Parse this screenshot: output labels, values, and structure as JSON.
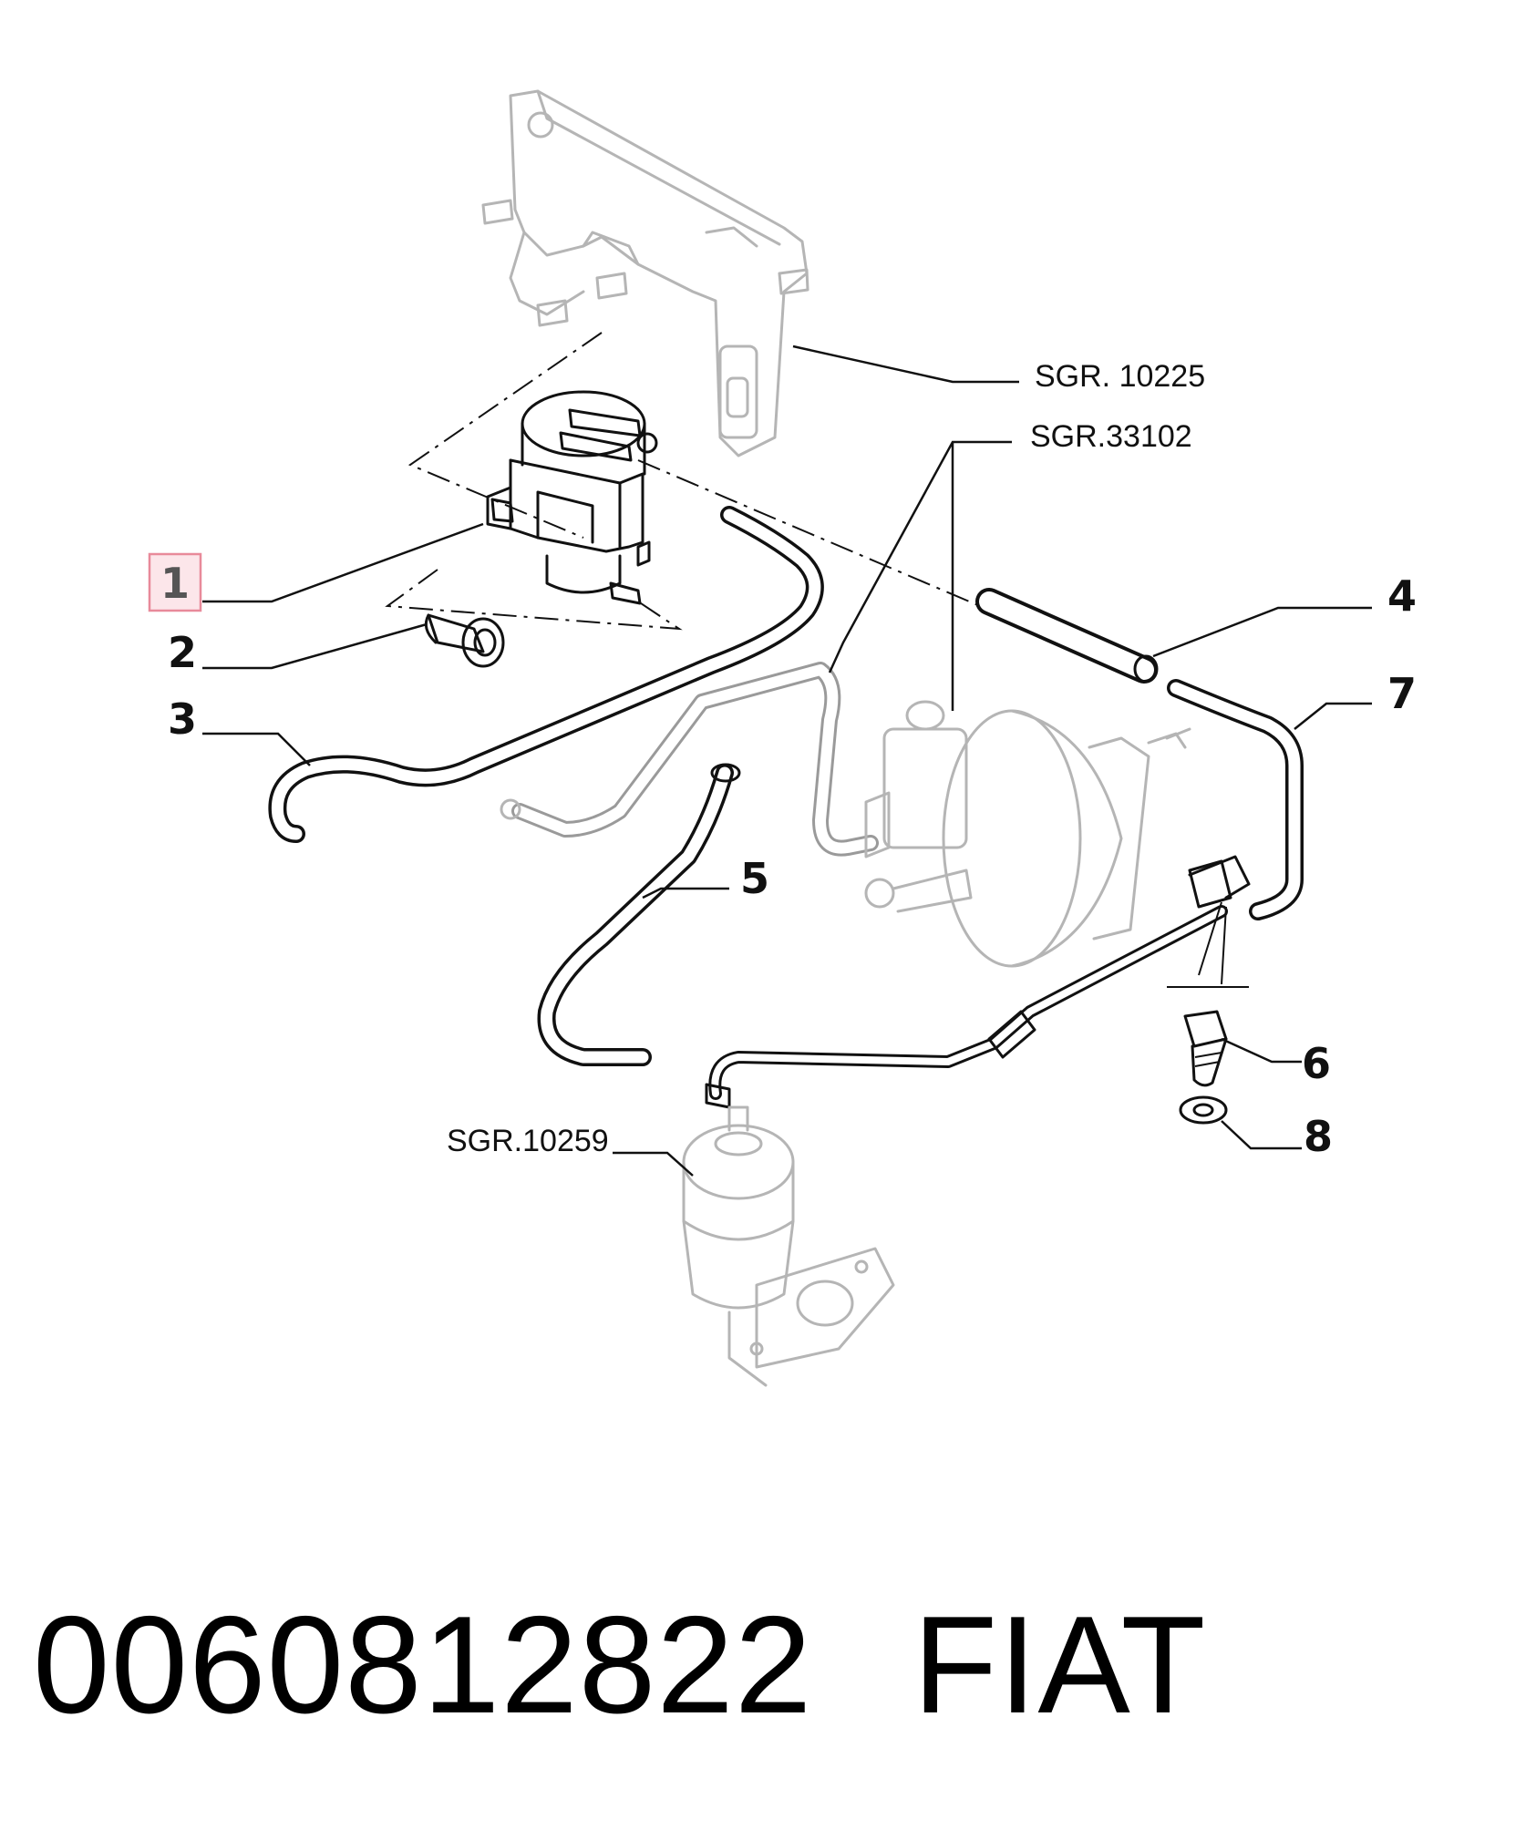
{
  "callouts": {
    "c1": "1",
    "c2": "2",
    "c3": "3",
    "c4": "4",
    "c5": "5",
    "c6": "6",
    "c7": "7",
    "c8": "8"
  },
  "refs": {
    "r10225": "SGR. 10225",
    "r33102": "SGR.33102",
    "r10259": "SGR.10259"
  },
  "footer": {
    "part_number": "0060812822",
    "brand": "FIAT"
  },
  "highlight_color": "#e88a9a"
}
